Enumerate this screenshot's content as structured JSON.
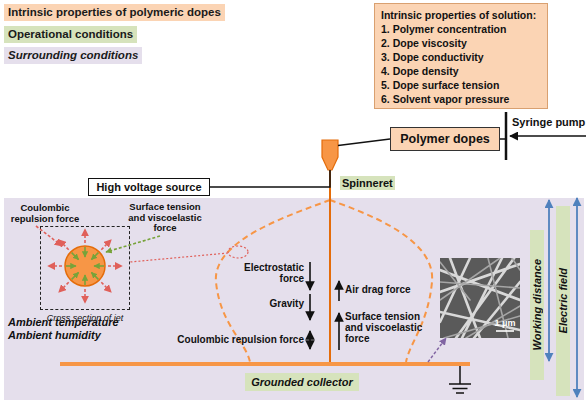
{
  "diagram": {
    "nodes": [
      {
        "text": [
          "Intrinsic properties of solution:",
          "1. Polymer concentration",
          "2. Dope viscosity",
          "3. Dope conductivity",
          "4. Dope density",
          "5. Dope surface tension",
          "6. Solvent vapor pressure"
        ]
      },
      {
        "text": [
          "Polymer dopes"
        ]
      },
      {
        "text": [
          "High voltage source"
        ]
      },
      {
        "text": [
          "Spinneret"
        ]
      },
      {
        "text": [
          "Ambient temperature",
          "Ambient humidity"
        ]
      },
      {
        "text": [
          "Cross section of jet"
        ],
        "in": 4
      },
      {
        "text": [
          "Working distance"
        ],
        "in": 4
      },
      {
        "text": [
          "Electric field"
        ],
        "in": 4
      },
      {
        "text": [
          "Grounded collector"
        ],
        "in": 4
      }
    ],
    "edges": [
      {
        "from": 1,
        "to": 3,
        "arrow": "none"
      },
      {
        "from": 2,
        "to": 3,
        "arrow": "none"
      }
    ],
    "labels": [
      "Syringe pump",
      "Coulombic repulsion force",
      "Surface tension and viscoelastic force",
      "Electrostatic force",
      "Gravity",
      "Coulombic repulsion force",
      "Air drag force",
      "Surface tension and viscoelastic force",
      "1 μm"
    ],
    "legend": [
      {
        "text": "Intrinsic properties of polymeric dopes",
        "color": "#fbd4b4"
      },
      {
        "text": "Operational conditions",
        "color": "#d6e3bc"
      },
      {
        "text": "Surrounding conditions",
        "color": "#e5dfec"
      }
    ]
  }
}
